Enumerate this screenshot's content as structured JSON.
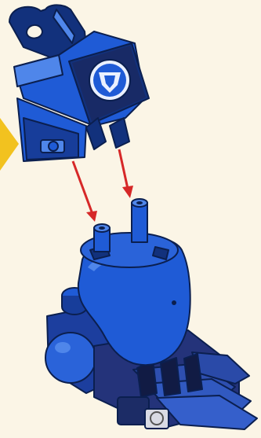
{
  "scene": {
    "background": "#fbf5e6",
    "step_marker": {
      "icon": "yellow-arrow-marker",
      "color": "#f2c21f"
    },
    "top_assembly": {
      "part": "blue-torso-module-with-clip-and-printed-tile",
      "tile_print": "shield-emblem",
      "colors": {
        "main": "#1f5bd6",
        "dark": "#12317c",
        "light": "#4f86ea",
        "outline": "#0b1f4f"
      }
    },
    "bottom_assembly": {
      "part": "large-blue-hand-with-dark-fingers",
      "colors": {
        "main": "#1f5bd6",
        "dark": "#173d9a",
        "fingers": "#2a3a78",
        "outline": "#0b1f4f"
      }
    },
    "connection_arrows": {
      "count": 2,
      "color": "#d62828"
    }
  }
}
